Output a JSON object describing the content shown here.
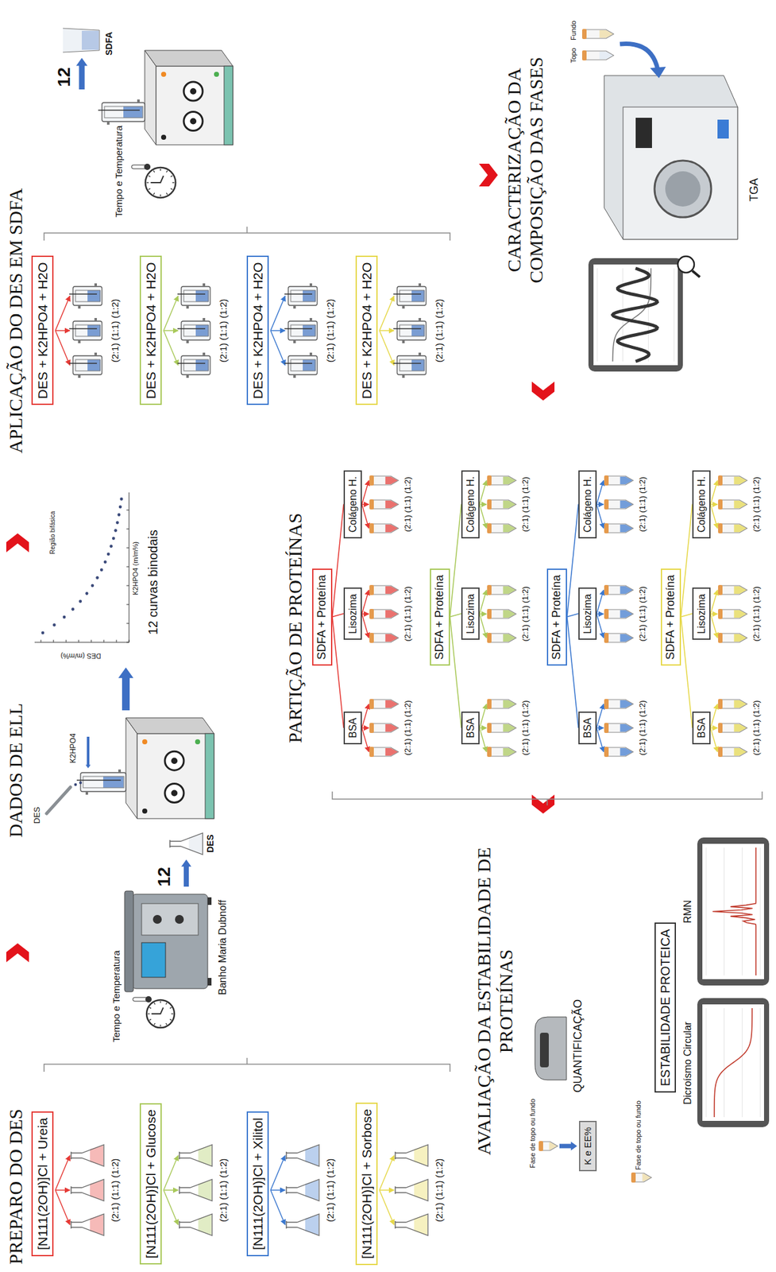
{
  "diagram": {
    "nodes": [
      {
        "text": [
          "[N111(2OH)]Cl + Ureia"
        ]
      },
      {
        "text": [
          "[N111(2OH)]Cl + Glucose"
        ]
      },
      {
        "text": [
          "[N111(2OH)]Cl + Xilitol"
        ]
      },
      {
        "text": [
          "[N111(2OH)]Cl + Sorbose"
        ]
      },
      {
        "text": [
          "DES + K2HPO4 + H2O"
        ]
      },
      {
        "text": [
          "DES + K2HPO4 + H2O"
        ]
      },
      {
        "text": [
          "DES + K2HPO4 + H2O"
        ]
      },
      {
        "text": [
          "DES + K2HPO4 + H2O"
        ]
      },
      {
        "text": [
          "SDFA + Proteína"
        ]
      },
      {
        "text": [
          "BSA"
        ]
      },
      {
        "text": [
          "Lisozima"
        ]
      },
      {
        "text": [
          "Colágeno H."
        ]
      },
      {
        "text": [
          "SDFA + Proteína"
        ]
      },
      {
        "text": [
          "BSA"
        ]
      },
      {
        "text": [
          "Lisozima"
        ]
      },
      {
        "text": [
          "Colágeno H."
        ]
      },
      {
        "text": [
          "SDFA + Proteína"
        ]
      },
      {
        "text": [
          "BSA"
        ]
      },
      {
        "text": [
          "Lisozima"
        ]
      },
      {
        "text": [
          "Colágeno H."
        ]
      },
      {
        "text": [
          "SDFA + Proteína"
        ]
      },
      {
        "text": [
          "BSA"
        ]
      },
      {
        "text": [
          "Lisozima"
        ]
      },
      {
        "text": [
          "Colágeno H."
        ]
      },
      {
        "text": [
          "K e EE%"
        ]
      },
      {
        "text": [
          "ESTABILIDADE PROTEICA"
        ]
      }
    ],
    "edges": [
      {
        "from": 8,
        "to": 9,
        "arrow": "none"
      },
      {
        "from": 8,
        "to": 10,
        "arrow": "none"
      },
      {
        "from": 8,
        "to": 11,
        "arrow": "none"
      },
      {
        "from": 12,
        "to": 13,
        "arrow": "none"
      },
      {
        "from": 12,
        "to": 14,
        "arrow": "none"
      },
      {
        "from": 12,
        "to": 15,
        "arrow": "none"
      },
      {
        "from": 16,
        "to": 17,
        "arrow": "none"
      },
      {
        "from": 16,
        "to": 18,
        "arrow": "none"
      },
      {
        "from": 16,
        "to": 19,
        "arrow": "none"
      },
      {
        "from": 20,
        "to": 21,
        "arrow": "none"
      },
      {
        "from": 20,
        "to": 22,
        "arrow": "none"
      },
      {
        "from": 20,
        "to": 23,
        "arrow": "none"
      }
    ],
    "labels": [
      "PREPARO DO DES",
      "Tempo e Temperatura",
      "Banho Maria Dubnoff",
      "12",
      "DES",
      "DADOS DE ELL",
      "DES",
      "K2HPO4",
      "Região bifásica",
      "DES (m/m%)",
      "K2HPO4 (m/m%)",
      "12 curvas binodais",
      "APLICAÇÃO DO DES EM SDFA",
      "Tempo e Temperatura",
      "12",
      "SDFA",
      "CARACTERIZAÇÃO DA COMPOSIÇÃO DAS FASES",
      "Topo",
      "Fundo",
      "TGA",
      "PARTIÇÃO DE PROTEÍNAS",
      "AVALIAÇÃO DA ESTABILIDADE DE PROTEÍNAS",
      "Fase de topo ou fundo",
      "QUANTIFICAÇÃO",
      "Fase de topo ou fundo",
      "Dicroísmo Circular",
      "RMN",
      "(2:1) (1:1) (1:2)",
      "(2:1) (1:1) (1:2)",
      "(2:1) (1:1) (1:2)",
      "(2:1) (1:1) (1:2)",
      "(2:1) (1:1) (1:2)",
      "(2:1) (1:1) (1:2)",
      "(2:1) (1:1) (1:2)",
      "(2:1) (1:1) (1:2)",
      "(2:1) (1:1) (1:2)",
      "(2:1) (1:1) (1:2)",
      "(2:1) (1:1) (1:2)",
      "(2:1) (1:1) (1:2)",
      "(2:1) (1:1) (1:2)",
      "(2:1) (1:1) (1:2)",
      "(2:1) (1:1) (1:2)",
      "(2:1) (1:1) (1:2)",
      "(2:1) (1:1) (1:2)",
      "(2:1) (1:1) (1:2)",
      "(2:1) (1:1) (1:2)",
      "(2:1) (1:1) (1:2)"
    ]
  }
}
